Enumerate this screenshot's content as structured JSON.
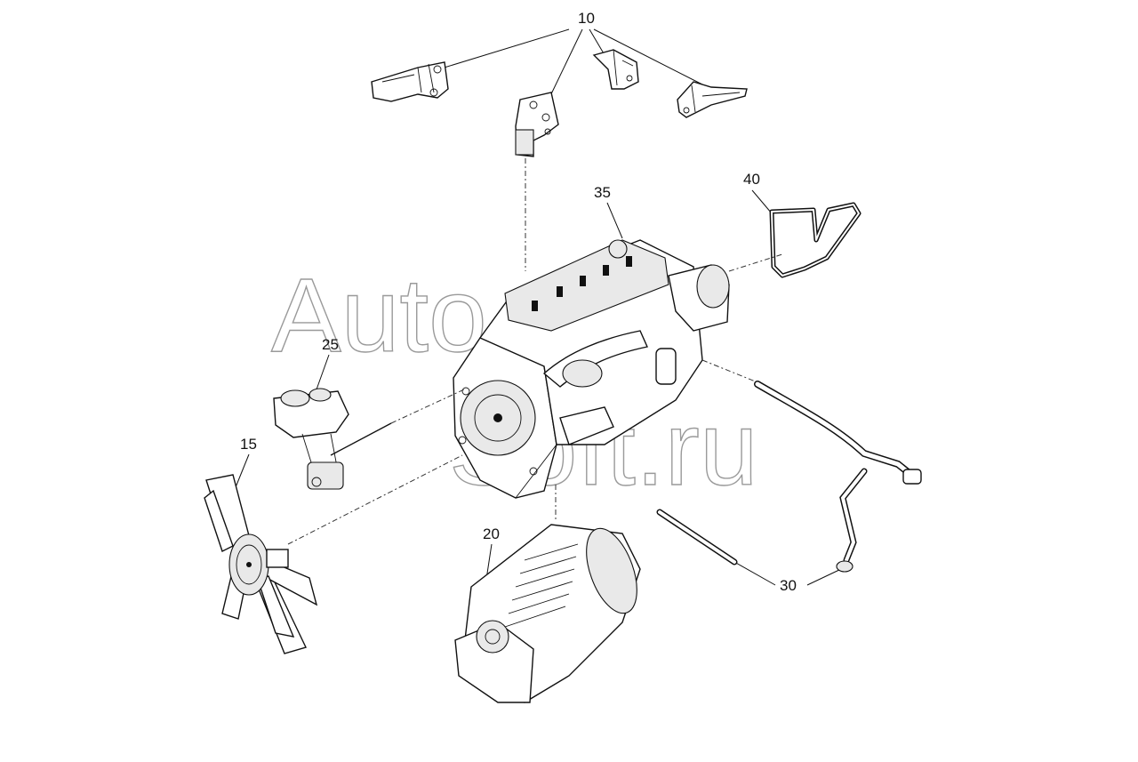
{
  "watermark": [
    "Auto",
    "Soft.ru"
  ],
  "callouts": {
    "c10": "10",
    "c35": "35",
    "c40": "40",
    "c25": "25",
    "c15": "15",
    "c20": "20",
    "c30": "30"
  }
}
